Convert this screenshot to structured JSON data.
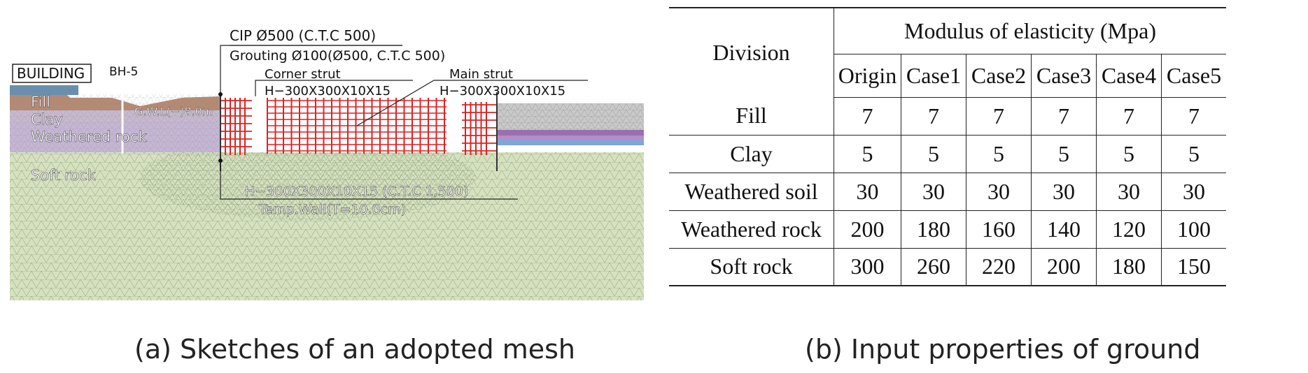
{
  "figure_a": {
    "caption": "(a) Sketches of an adopted mesh",
    "labels": {
      "building": "BUILDING",
      "borehole": "BH-5",
      "cip": "CIP Ø500 (C.T.C 500)",
      "grouting": "Grouting Ø100(Ø500, C.T.C 500)",
      "corner_strut": "Corner strut",
      "corner_strut_section": "H−300X300X10X15",
      "main_strut": "Main strut",
      "main_strut_section": "H−300X300X10X15",
      "gwl": "G.W.L(−)8.0m",
      "h_pile": "H−300X300X10X15 (C.T.C 1,500)",
      "temp_wall": "Temp.Wall(T=10.0cm)"
    },
    "layers": [
      {
        "name": "Fill",
        "color": "#b58a73"
      },
      {
        "name": "Clay",
        "color": "#c7b8cf"
      },
      {
        "name": "Weathered rock",
        "color": "#c5b6d4"
      },
      {
        "name": "Soft rock",
        "color": "#d6e2bf"
      }
    ],
    "colors": {
      "strut": "#e02020",
      "right_soil_grey": "#c9c9c9",
      "right_purple": "#9a6fb0",
      "right_blue": "#7fa6d6"
    }
  },
  "table": {
    "caption": "(b) Input properties of ground",
    "division_header": "Division",
    "group_header": "Modulus of elasticity (Mpa)",
    "columns": [
      "Origin",
      "Case1",
      "Case2",
      "Case3",
      "Case4",
      "Case5"
    ],
    "rows": [
      {
        "label": "Fill",
        "values": [
          "7",
          "7",
          "7",
          "7",
          "7",
          "7"
        ]
      },
      {
        "label": "Clay",
        "values": [
          "5",
          "5",
          "5",
          "5",
          "5",
          "5"
        ]
      },
      {
        "label": "Weathered soil",
        "values": [
          "30",
          "30",
          "30",
          "30",
          "30",
          "30"
        ]
      },
      {
        "label": "Weathered rock",
        "values": [
          "200",
          "180",
          "160",
          "140",
          "120",
          "100"
        ]
      },
      {
        "label": "Soft rock",
        "values": [
          "300",
          "260",
          "220",
          "200",
          "180",
          "150"
        ]
      }
    ]
  }
}
